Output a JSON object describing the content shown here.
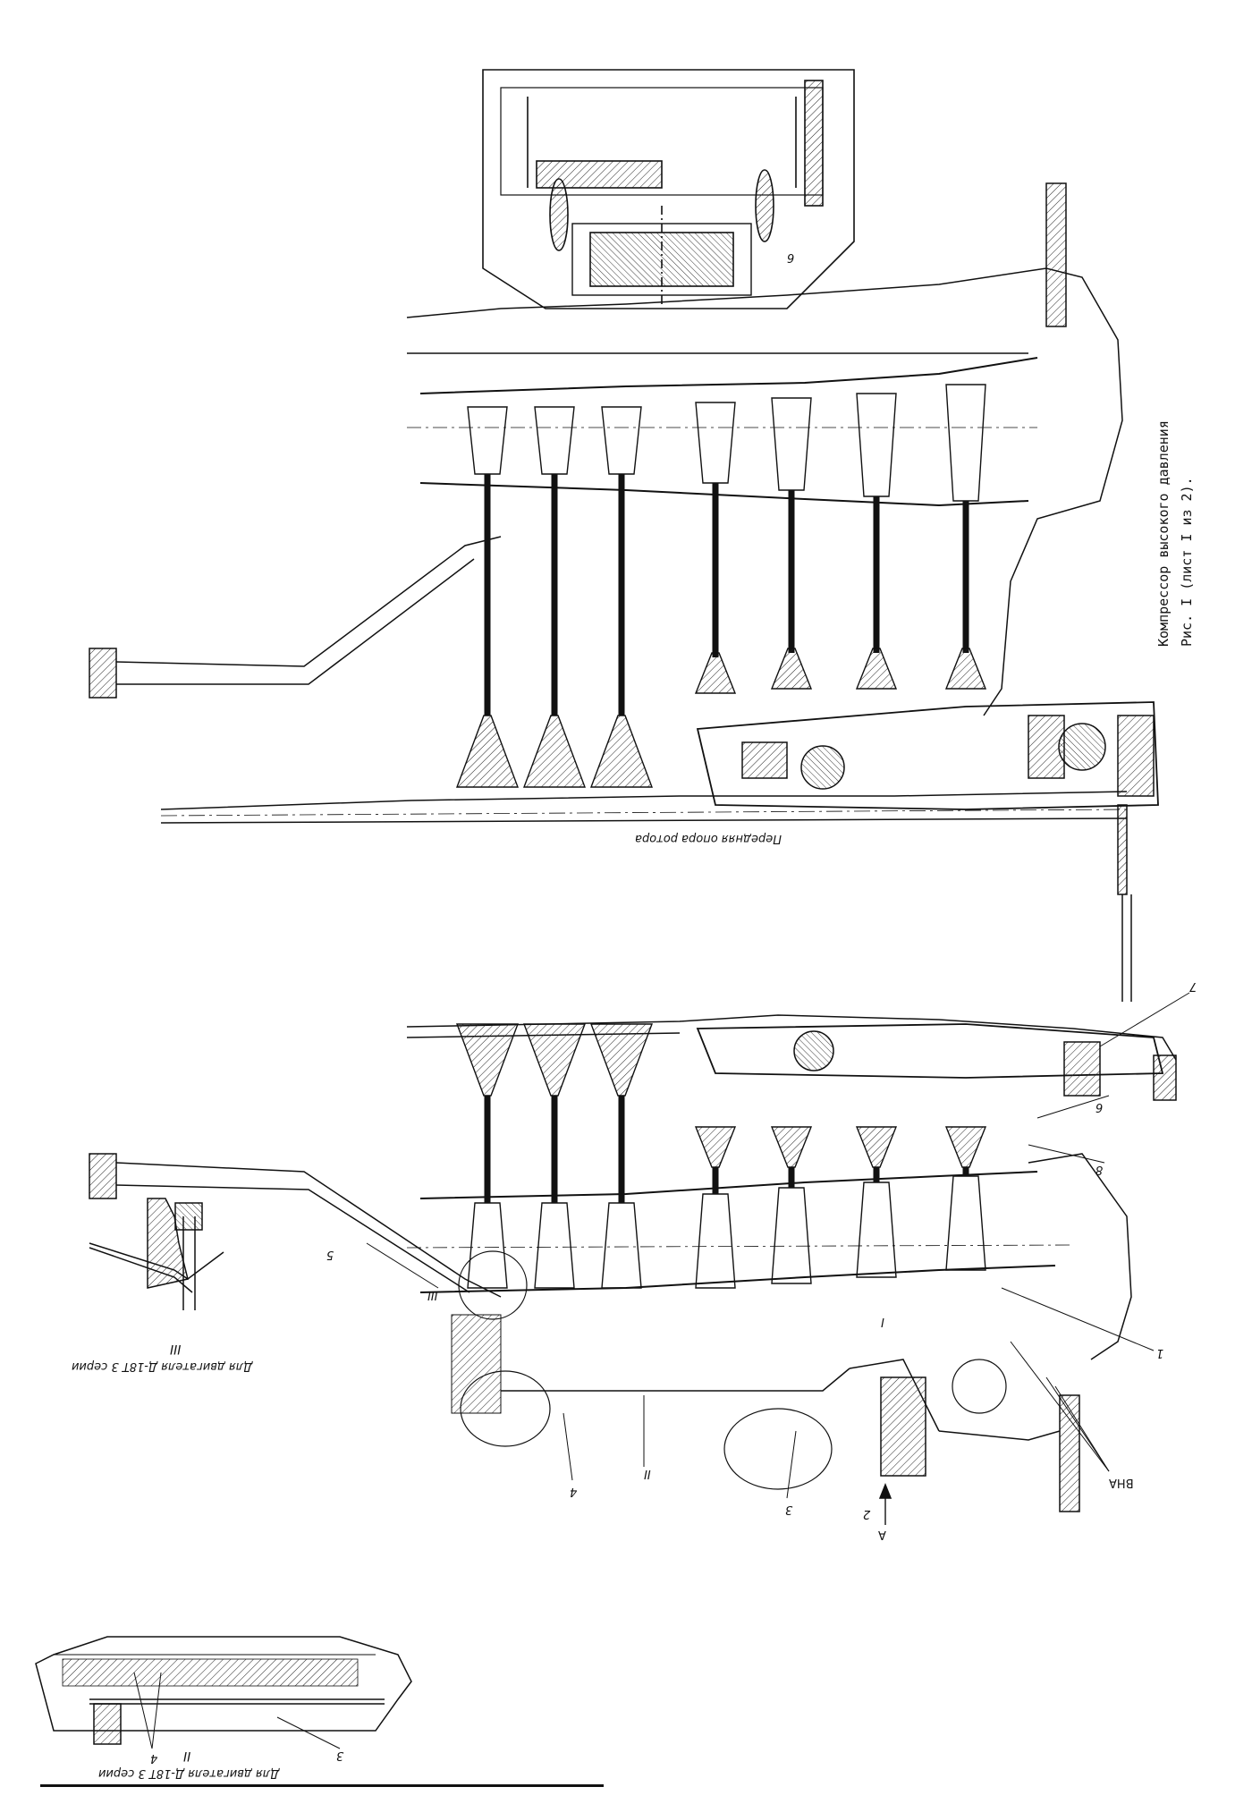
{
  "caption": {
    "line1": "Компрессор высокого давления",
    "line2": "Рис. I (лист I из 2)."
  },
  "labels": {
    "front_support": "Передняя опора ротора",
    "detail_II_title": "II",
    "detail_II_caption": "Для двигателя Д-18Т 3 серии",
    "detail_III_title": "III",
    "detail_III_caption": "Для двигателя Д-18Т 3 серии",
    "vna": "ВНА",
    "arrow_A": "А",
    "n1": "1",
    "n2": "2",
    "n3": "3",
    "n4": "4",
    "n5": "5",
    "n6": "6",
    "n7": "7",
    "n8": "8",
    "nI": "I",
    "nII": "II",
    "nIII": "III",
    "n6_top": "6"
  }
}
